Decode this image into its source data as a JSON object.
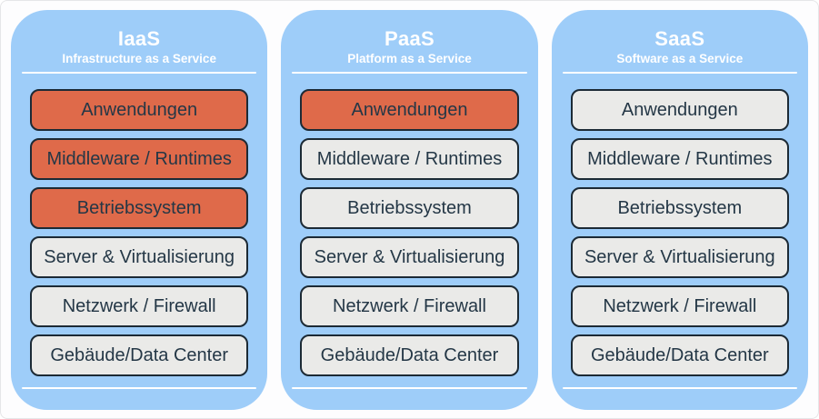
{
  "colors": {
    "column_background": "#9ECDF9",
    "highlight_fill": "#DF6A4A",
    "default_fill": "#EAEAE8",
    "layer_border": "#1C2A35",
    "layer_text": "#243746",
    "header_text": "#FFFFFF",
    "frame_border": "#E5E6E8"
  },
  "columns": [
    {
      "title": "IaaS",
      "subtitle": "Infrastructure as a Service",
      "layers": [
        {
          "label": "Anwendungen",
          "highlighted": true
        },
        {
          "label": "Middleware / Runtimes",
          "highlighted": true
        },
        {
          "label": "Betriebssystem",
          "highlighted": true
        },
        {
          "label": "Server & Virtualisierung",
          "highlighted": false
        },
        {
          "label": "Netzwerk / Firewall",
          "highlighted": false
        },
        {
          "label": "Gebäude/Data Center",
          "highlighted": false
        }
      ]
    },
    {
      "title": "PaaS",
      "subtitle": "Platform as a Service",
      "layers": [
        {
          "label": "Anwendungen",
          "highlighted": true
        },
        {
          "label": "Middleware / Runtimes",
          "highlighted": false
        },
        {
          "label": "Betriebssystem",
          "highlighted": false
        },
        {
          "label": "Server & Virtualisierung",
          "highlighted": false
        },
        {
          "label": "Netzwerk / Firewall",
          "highlighted": false
        },
        {
          "label": "Gebäude/Data Center",
          "highlighted": false
        }
      ]
    },
    {
      "title": "SaaS",
      "subtitle": "Software as a Service",
      "layers": [
        {
          "label": "Anwendungen",
          "highlighted": false
        },
        {
          "label": "Middleware / Runtimes",
          "highlighted": false
        },
        {
          "label": "Betriebssystem",
          "highlighted": false
        },
        {
          "label": "Server & Virtualisierung",
          "highlighted": false
        },
        {
          "label": "Netzwerk / Firewall",
          "highlighted": false
        },
        {
          "label": "Gebäude/Data Center",
          "highlighted": false
        }
      ]
    }
  ]
}
